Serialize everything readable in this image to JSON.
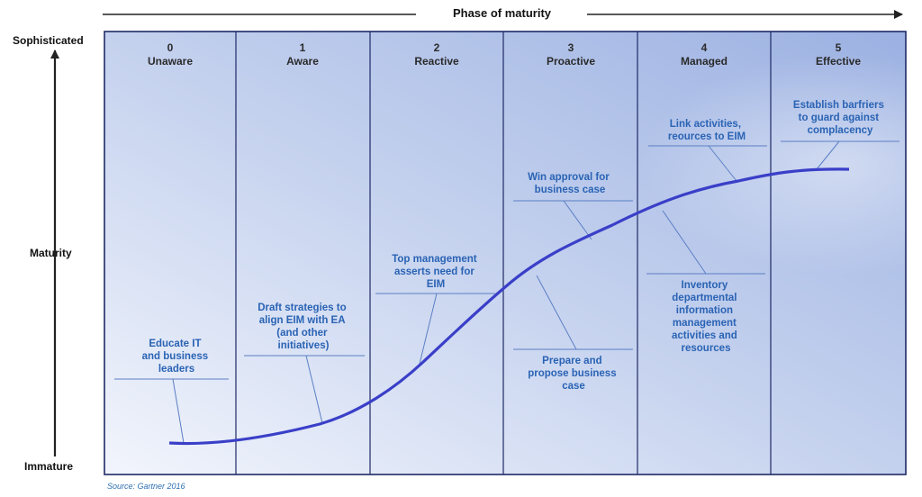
{
  "diagram": {
    "axis_title": "Phase of maturity",
    "y_axis": {
      "top": "Sophisticated",
      "middle": "Maturity",
      "bottom": "Immature"
    },
    "source": "Source: Gartner 2016",
    "phases": [
      {
        "number": "0",
        "name": "Unaware"
      },
      {
        "number": "1",
        "name": "Aware"
      },
      {
        "number": "2",
        "name": "Reactive"
      },
      {
        "number": "3",
        "name": "Proactive"
      },
      {
        "number": "4",
        "name": "Managed"
      },
      {
        "number": "5",
        "name": "Effective"
      }
    ],
    "callouts": [
      {
        "lines": [
          "Educate IT",
          "and business",
          "leaders"
        ]
      },
      {
        "lines": [
          "Draft strategies to",
          "align EIM with EA",
          "(and other",
          "initiatives)"
        ]
      },
      {
        "lines": [
          "Top management",
          "asserts need for",
          "EIM"
        ]
      },
      {
        "lines": [
          "Prepare and",
          "propose business",
          "case"
        ]
      },
      {
        "lines": [
          "Win approval for",
          "business case"
        ]
      },
      {
        "lines": [
          "Inventory",
          "departmental",
          "information",
          "management",
          "activities and",
          "resources"
        ]
      },
      {
        "lines": [
          "Link activities,",
          "reources to EIM"
        ]
      },
      {
        "lines": [
          "Establish barfriers",
          "to guard against",
          "complacency"
        ]
      }
    ],
    "colors": {
      "curve": "#3a3fc8",
      "callout_text": "#2a63b4",
      "frame": "#1f2a66"
    }
  }
}
